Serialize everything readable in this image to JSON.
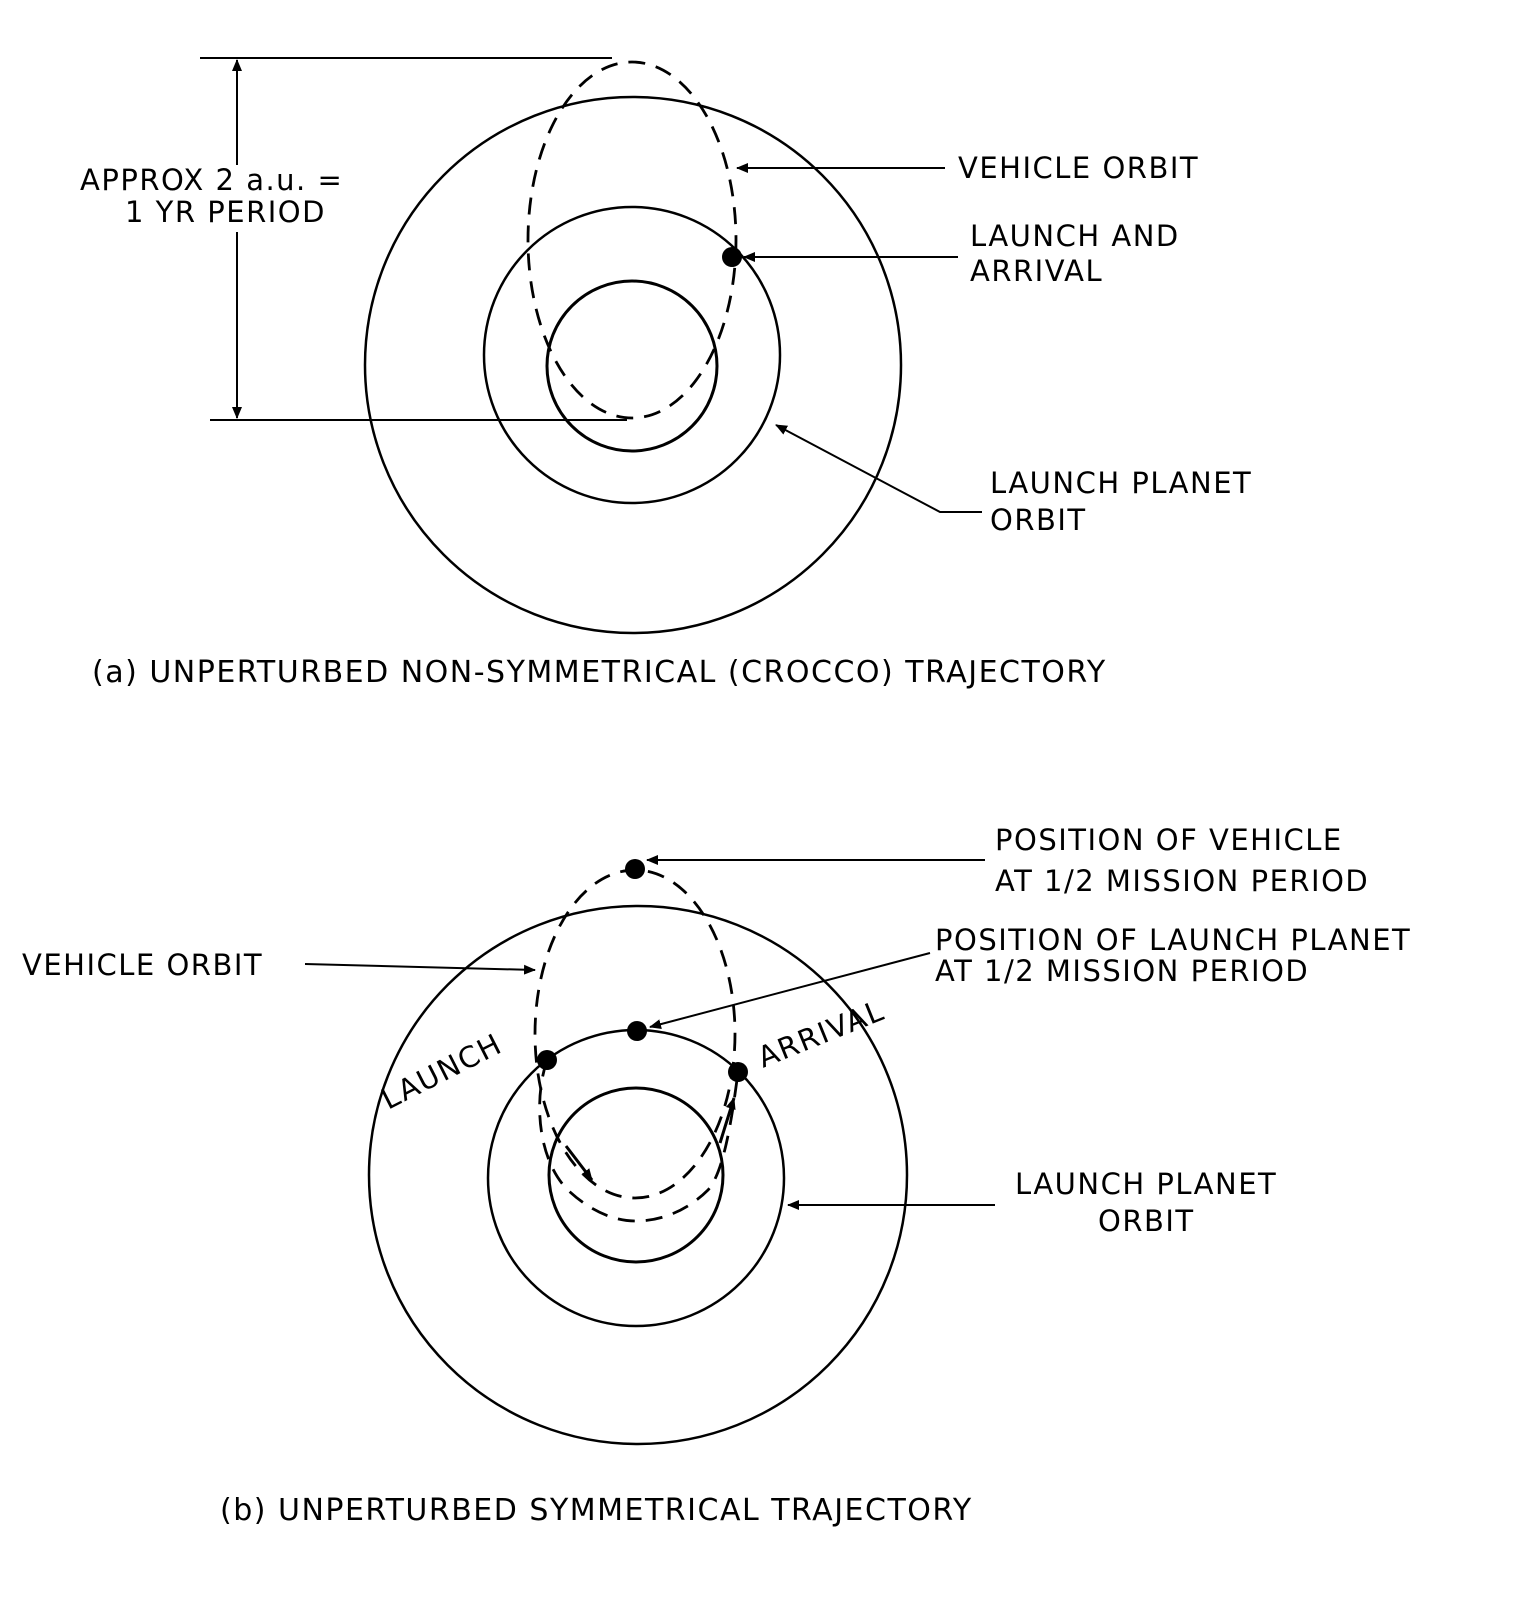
{
  "colors": {
    "ink": "#000000",
    "background": "#ffffff"
  },
  "panel_a": {
    "dimension_label_line1": "APPROX 2 a.u. =",
    "dimension_label_line2": "1 YR PERIOD",
    "vehicle_orbit_label": "VEHICLE ORBIT",
    "launch_arrival_line1": "LAUNCH AND",
    "launch_arrival_line2": "ARRIVAL",
    "launch_planet_orbit_line1": "LAUNCH PLANET",
    "launch_planet_orbit_line2": "ORBIT",
    "caption": "(a)  UNPERTURBED NON-SYMMETRICAL (CROCCO) TRAJECTORY"
  },
  "panel_b": {
    "vehicle_position_line1": "POSITION OF VEHICLE",
    "vehicle_position_line2": "AT 1/2 MISSION PERIOD",
    "vehicle_orbit_label": "VEHICLE ORBIT",
    "planet_position_line1": "POSITION OF LAUNCH PLANET",
    "planet_position_line2": "AT 1/2 MISSION PERIOD",
    "launch_label": "LAUNCH",
    "arrival_label": "ARRIVAL",
    "launch_planet_orbit_line1": "LAUNCH PLANET",
    "launch_planet_orbit_line2": "ORBIT",
    "caption": "(b)  UNPERTURBED SYMMETRICAL TRAJECTORY"
  }
}
